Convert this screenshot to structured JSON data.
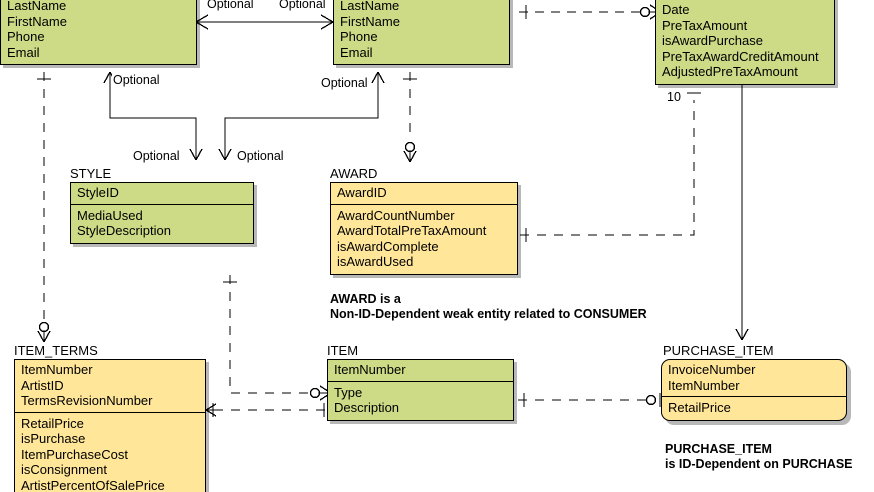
{
  "diagram": {
    "title": "Entity-Relationship Diagram",
    "colors": {
      "identifier_entity": "#cdda86",
      "weak_entity": "#ffe699",
      "line": "#000000",
      "background": "#ffffff"
    }
  },
  "entities": [
    {
      "id": "consumer-left",
      "name": "",
      "kind": "strong",
      "color": "#cdda86",
      "cropped": true,
      "key_attributes": [],
      "attributes": [
        "LastName",
        "FirstName",
        "Phone",
        "Email"
      ]
    },
    {
      "id": "consumer-right",
      "name": "",
      "kind": "strong",
      "color": "#cdda86",
      "cropped": true,
      "key_attributes": [],
      "attributes": [
        "LastName",
        "FirstName",
        "Phone",
        "Email"
      ]
    },
    {
      "id": "purchase",
      "name": "",
      "kind": "strong",
      "color": "#cdda86",
      "cropped": true,
      "key_attributes": [],
      "attributes": [
        "Date",
        "PreTaxAmount",
        "isAwardPurchase",
        "PreTaxAwardCreditAmount",
        "AdjustedPreTaxAmount"
      ]
    },
    {
      "id": "style",
      "name": "STYLE",
      "kind": "strong",
      "color": "#cdda86",
      "cropped": false,
      "key_attributes": [
        "StyleID"
      ],
      "attributes": [
        "MediaUsed",
        "StyleDescription"
      ]
    },
    {
      "id": "award",
      "name": "AWARD",
      "kind": "weak-non-id-dependent",
      "color": "#ffe699",
      "cropped": false,
      "key_attributes": [
        "AwardID"
      ],
      "attributes": [
        "AwardCountNumber",
        "AwardTotalPreTaxAmount",
        "isAwardComplete",
        "isAwardUsed"
      ]
    },
    {
      "id": "item_terms",
      "name": "ITEM_TERMS",
      "kind": "weak",
      "color": "#ffe699",
      "cropped": false,
      "key_attributes": [
        "ItemNumber",
        "ArtistID",
        "TermsRevisionNumber"
      ],
      "attributes": [
        "RetailPrice",
        "isPurchase",
        "ItemPurchaseCost",
        "isConsignment",
        "ArtistPercentOfSalePrice"
      ]
    },
    {
      "id": "item",
      "name": "ITEM",
      "kind": "strong",
      "color": "#cdda86",
      "cropped": false,
      "key_attributes": [
        "ItemNumber"
      ],
      "attributes": [
        "Type",
        "Description"
      ]
    },
    {
      "id": "purchase_item",
      "name": "PURCHASE_ITEM",
      "kind": "weak-id-dependent",
      "color": "#ffe699",
      "cropped": false,
      "key_attributes": [
        "InvoiceNumber",
        "ItemNumber"
      ],
      "attributes": [
        "RetailPrice"
      ]
    }
  ],
  "notes": [
    {
      "id": "award-note",
      "lines": [
        "AWARD is a",
        "Non-ID-Dependent weak entity related to CONSUMER"
      ]
    },
    {
      "id": "purchase-item-note",
      "lines": [
        "PURCHASE_ITEM",
        "is ID-Dependent on PURCHASE"
      ]
    }
  ],
  "cardinality_labels": [
    {
      "id": "label-top-mid-left",
      "text": "Optional"
    },
    {
      "id": "label-top-mid-right",
      "text": "Optional"
    },
    {
      "id": "label-style-upper",
      "text": "Optional"
    },
    {
      "id": "label-award-upper",
      "text": "Optional"
    },
    {
      "id": "label-style-lower",
      "text": "Optional"
    },
    {
      "id": "label-award-lower",
      "text": "Optional"
    },
    {
      "id": "label-purchase-max",
      "text": "10"
    }
  ],
  "relationships": [
    {
      "id": "rel-consumer-consumer",
      "from": "consumer-left",
      "to": "consumer-right",
      "style": "solid",
      "from_end": "crowsfoot",
      "to_end": "crowsfoot"
    },
    {
      "id": "rel-consumer-purchase",
      "from": "consumer-right",
      "to": "purchase",
      "style": "dashed",
      "from_end": "one",
      "to_end": "optional-many"
    },
    {
      "id": "rel-consumer-style",
      "from": "consumer-left",
      "to": "style",
      "style": "solid",
      "from_end": "crowsfoot",
      "to_end": "crowsfoot"
    },
    {
      "id": "rel-consumer-award",
      "from": "consumer-right",
      "to": "award",
      "style": "solid",
      "from_end": "crowsfoot",
      "to_end": "crowsfoot"
    },
    {
      "id": "rel-consumer-itemterms",
      "from": "consumer-left",
      "to": "item_terms",
      "style": "dashed",
      "from_end": "one",
      "to_end": "optional-many"
    },
    {
      "id": "rel-consumer-awardbox",
      "from": "consumer-right",
      "to": "award",
      "style": "dashed",
      "from_end": "one",
      "to_end": "optional-many"
    },
    {
      "id": "rel-style-item",
      "from": "style",
      "to": "item",
      "style": "dashed",
      "from_end": "one",
      "to_end": "optional-many"
    },
    {
      "id": "rel-itemterms-item",
      "from": "item_terms",
      "to": "item",
      "style": "dashed",
      "from_end": "crowsfoot",
      "to_end": "one"
    },
    {
      "id": "rel-item-purchaseitem",
      "from": "item",
      "to": "purchase_item",
      "style": "dashed",
      "from_end": "one",
      "to_end": "optional-many"
    },
    {
      "id": "rel-award-purchase",
      "from": "award",
      "to": "purchase",
      "style": "dashed",
      "from_end": "one",
      "to_end": "one"
    },
    {
      "id": "rel-purchase-purchitem",
      "from": "purchase",
      "to": "purchase_item",
      "style": "solid",
      "from_end": "one",
      "to_end": "crowsfoot"
    }
  ]
}
